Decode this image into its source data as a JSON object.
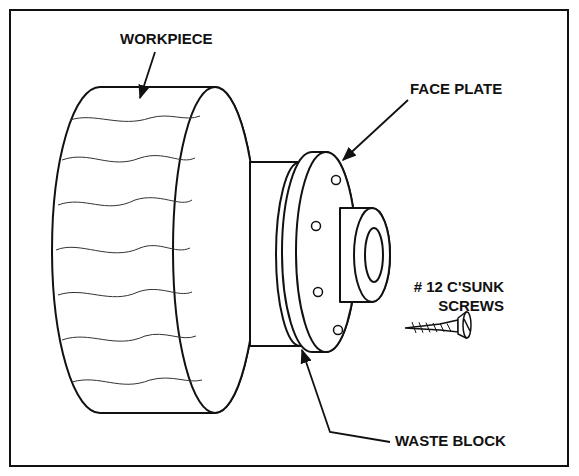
{
  "diagram": {
    "labels": [
      "WORKPIECE",
      "FACE PLATE",
      "# 12 C'SUNK SCREWS",
      "WASTE BLOCK"
    ]
  }
}
